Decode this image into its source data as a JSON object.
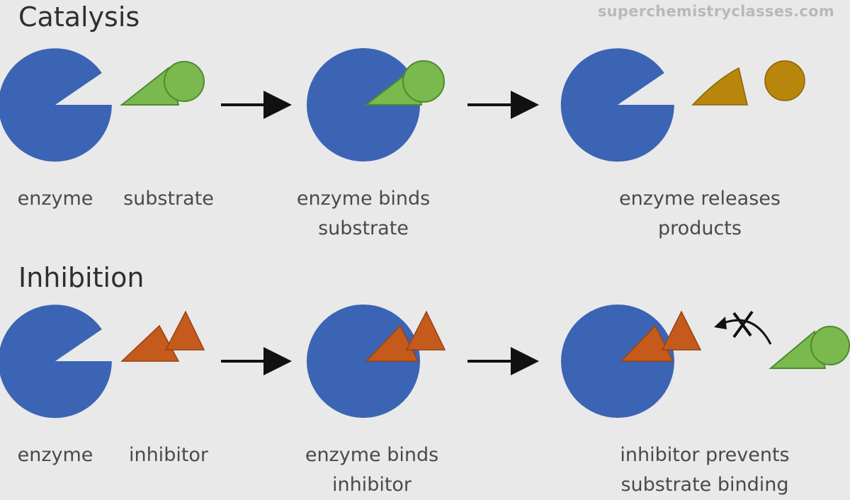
{
  "watermark": "superchemistryclasses.com",
  "catalysis": {
    "title": "Catalysis",
    "labels": {
      "enzyme": "enzyme",
      "substrate": "substrate",
      "binds_line1": "enzyme binds",
      "binds_line2": "substrate",
      "releases_line1": "enzyme releases",
      "releases_line2": "products"
    }
  },
  "inhibition": {
    "title": "Inhibition",
    "labels": {
      "enzyme": "enzyme",
      "inhibitor": "inhibitor",
      "binds_line1": "enzyme binds",
      "binds_line2": "inhibitor",
      "prevents_line1": "inhibitor prevents",
      "prevents_line2": "substrate binding"
    }
  },
  "colors": {
    "enzyme": "#3b64b5",
    "substrate": "#7ab94e",
    "substrate_outline": "#4f8a2e",
    "product": "#b8860b",
    "inhibitor": "#c45a1c",
    "arrow": "#111111",
    "background": "#e9e9e9"
  }
}
